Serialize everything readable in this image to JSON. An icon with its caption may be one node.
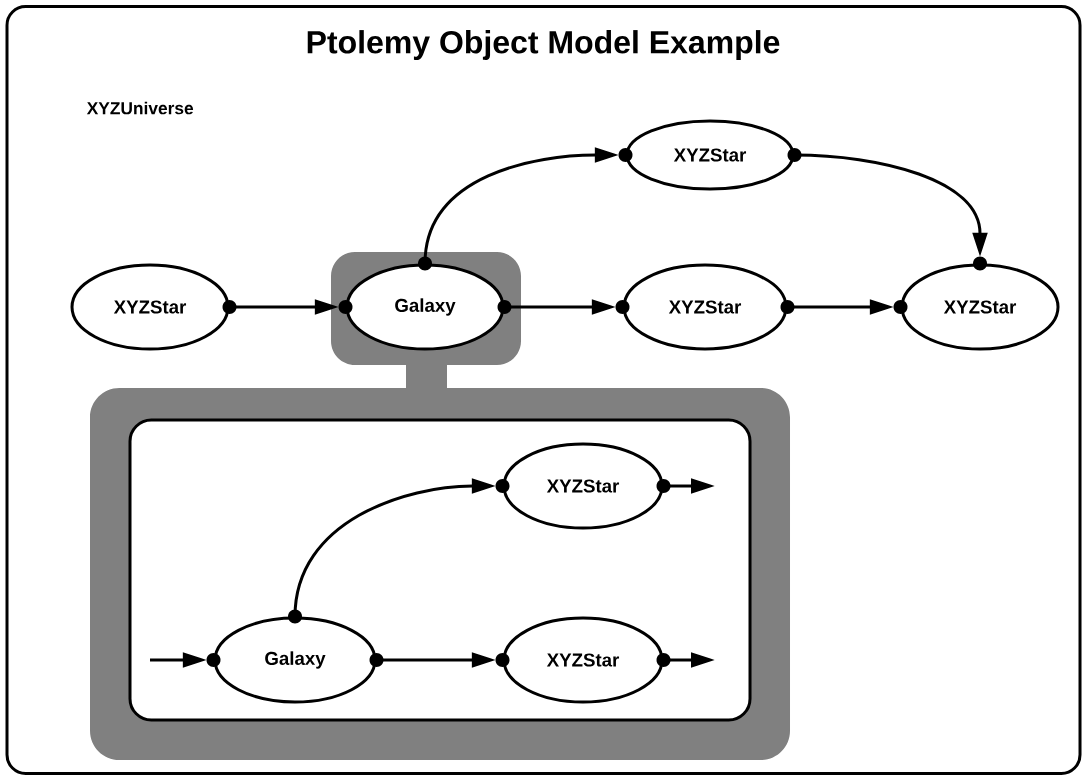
{
  "diagram": {
    "title": "Ptolemy Object Model Example",
    "nodes": [
      {
        "text": [
          "XYZUniverse"
        ]
      },
      {
        "text": [
          "XYZStar"
        ],
        "in": 0
      },
      {
        "text": [
          "Galaxy"
        ],
        "in": 0
      },
      {
        "text": [
          "XYZStar"
        ],
        "in": 0
      },
      {
        "text": [
          "XYZStar"
        ],
        "in": 0
      },
      {
        "text": [
          "XYZStar"
        ],
        "in": 0
      },
      {
        "text": [],
        "shape": "box",
        "in": 0
      },
      {
        "text": [
          "Galaxy"
        ],
        "in": 6
      },
      {
        "text": [
          "XYZStar"
        ],
        "in": 6
      },
      {
        "text": [
          "XYZStar"
        ],
        "in": 6
      }
    ],
    "edges": [
      {
        "from": 1,
        "to": 2,
        "arrow": "to"
      },
      {
        "from": 2,
        "to": 3,
        "arrow": "to"
      },
      {
        "from": 2,
        "to": 4,
        "arrow": "to"
      },
      {
        "from": 3,
        "to": 5,
        "arrow": "to"
      },
      {
        "from": 4,
        "to": 5,
        "arrow": "to"
      },
      {
        "from": null,
        "to": 7,
        "arrow": "to"
      },
      {
        "from": 7,
        "to": 8,
        "arrow": "to"
      },
      {
        "from": 7,
        "to": 9,
        "arrow": "to"
      },
      {
        "from": 8,
        "to": null,
        "arrow": "to"
      },
      {
        "from": 9,
        "to": null,
        "arrow": "to"
      }
    ]
  }
}
